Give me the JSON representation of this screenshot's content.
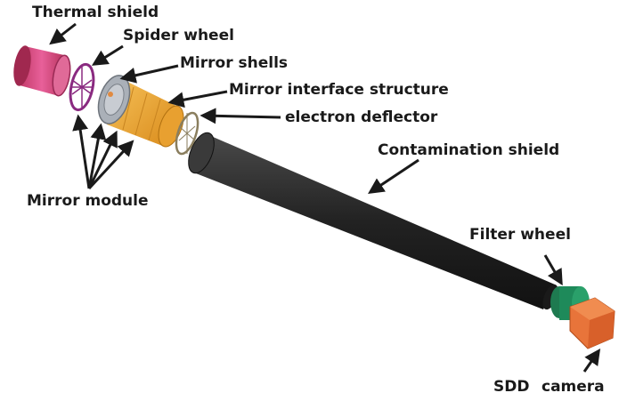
{
  "labels": {
    "thermal_shield": "Thermal shield",
    "spider_wheel": "Spider wheel",
    "mirror_shells": "Mirror shells",
    "mirror_interface_structure": "Mirror interface structure",
    "electron_deflector": "electron deflector",
    "contamination_shield": "Contamination shield",
    "mirror_module": "Mirror module",
    "filter_wheel": "Filter wheel",
    "sdd": "SDD",
    "camera": "camera"
  },
  "colors": {
    "thermal_shield": "#d94a7a",
    "spider_wheel": "#8a2a80",
    "mirror_shells": "#9aa0a8",
    "mirror_interface_structure": "#f0a830",
    "electron_deflector": "#8a7e5e",
    "contamination_shield": "#2c2c2c",
    "filter_wheel": "#1e8a5a",
    "camera": "#e8743a",
    "arrows": "#1a1a1a"
  }
}
